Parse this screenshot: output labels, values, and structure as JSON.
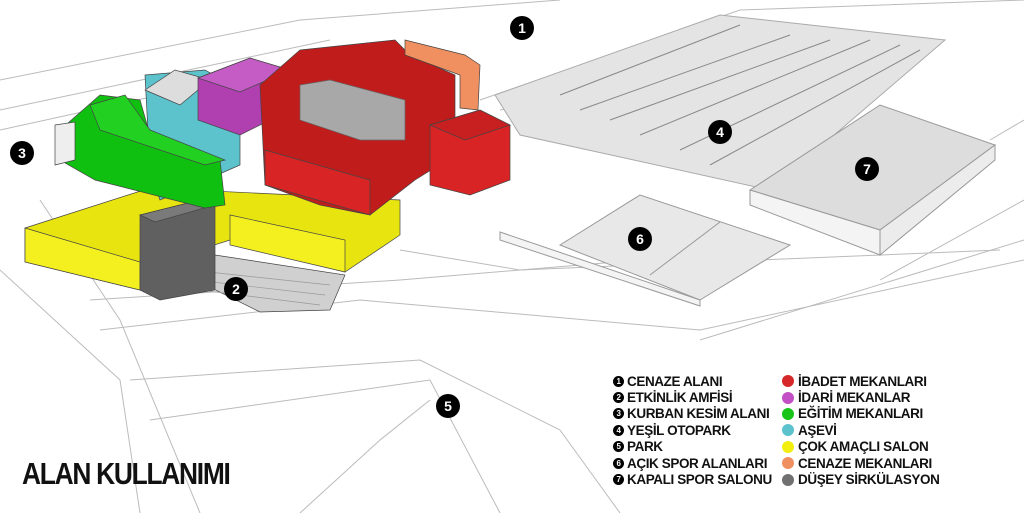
{
  "title": "ALAN KULLANIMI",
  "markers": [
    {
      "n": "1"
    },
    {
      "n": "2"
    },
    {
      "n": "3"
    },
    {
      "n": "4"
    },
    {
      "n": "5"
    },
    {
      "n": "6"
    },
    {
      "n": "7"
    }
  ],
  "legend_areas": [
    {
      "n": "1",
      "label": "CENAZE ALANI"
    },
    {
      "n": "2",
      "label": "ETKİNLİK AMFİSİ"
    },
    {
      "n": "3",
      "label": "KURBAN KESİM ALANI"
    },
    {
      "n": "4",
      "label": "YEŞİL OTOPARK"
    },
    {
      "n": "5",
      "label": "PARK"
    },
    {
      "n": "6",
      "label": "AÇIK SPOR ALANLARI"
    },
    {
      "n": "7",
      "label": "KAPALI SPOR SALONU"
    }
  ],
  "legend_uses": [
    {
      "label": "İBADET MEKANLARI",
      "color": "#d62828"
    },
    {
      "label": "İDARİ MEKANLAR",
      "color": "#c24fc4"
    },
    {
      "label": "EĞİTİM MEKANLARI",
      "color": "#18c418"
    },
    {
      "label": "AŞEVİ",
      "color": "#5cc2cc"
    },
    {
      "label": "ÇOK AMAÇLI SALON",
      "color": "#f2ee10"
    },
    {
      "label": "CENAZE MEKANLARI",
      "color": "#f09060"
    },
    {
      "label": "DÜŞEY SİRKÜLASYON",
      "color": "#707070"
    }
  ]
}
